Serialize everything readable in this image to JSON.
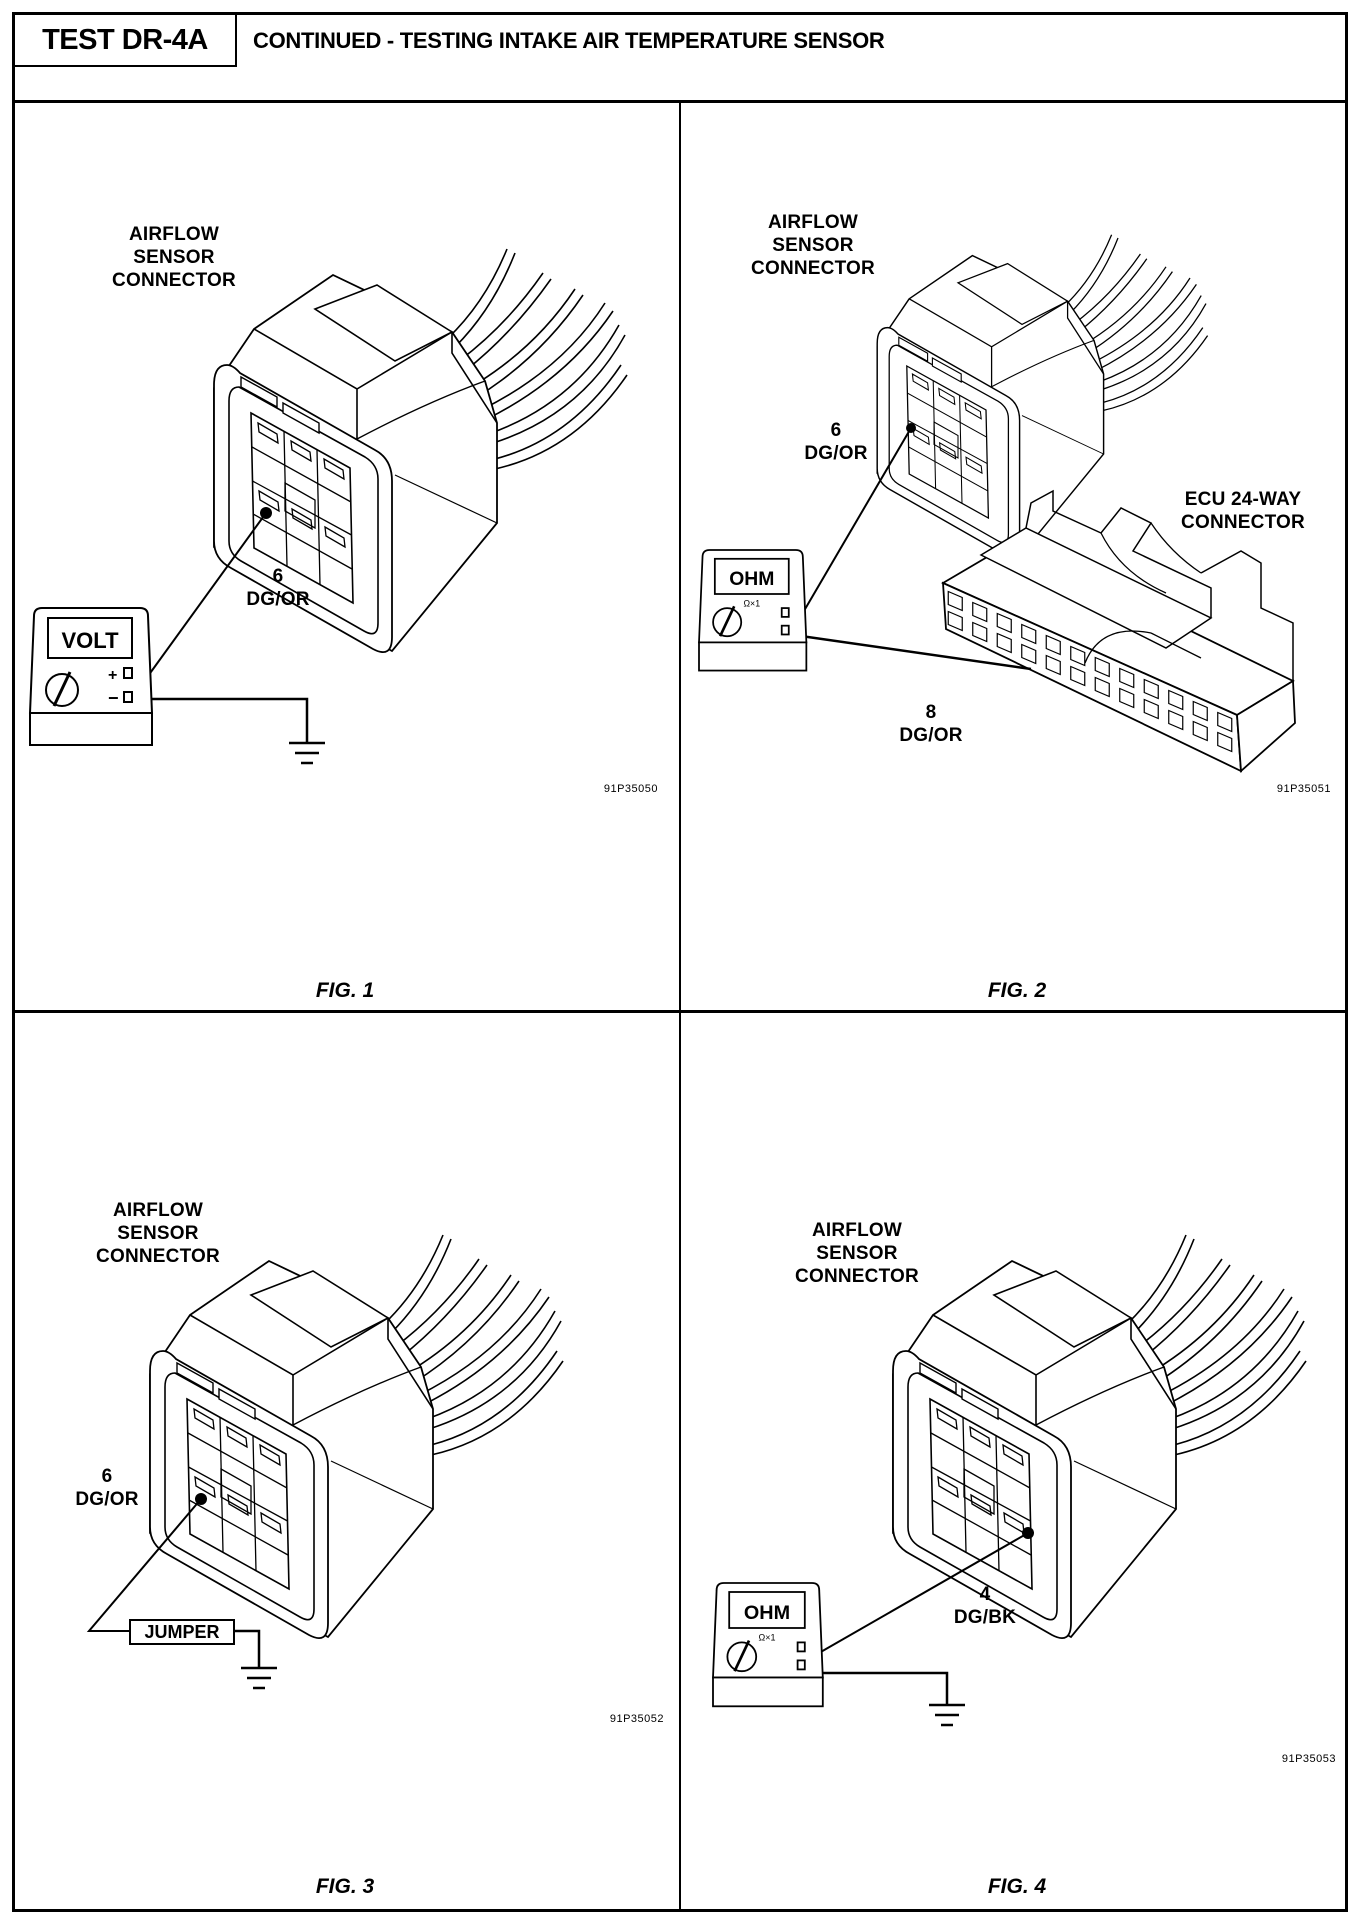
{
  "header": {
    "test_id": "TEST DR-4A",
    "title": "CONTINUED - TESTING INTAKE AIR TEMPERATURE SENSOR"
  },
  "figures": [
    {
      "caption": "FIG. 1",
      "code": "91P35050",
      "connector_label": [
        "AIRFLOW",
        "SENSOR",
        "CONNECTOR"
      ],
      "pin_label": [
        "6",
        "DG/OR"
      ],
      "meter": {
        "display": "VOLT",
        "plus": "+",
        "minus": "−"
      }
    },
    {
      "caption": "FIG. 2",
      "code": "91P35051",
      "connector_label": [
        "AIRFLOW",
        "SENSOR",
        "CONNECTOR"
      ],
      "pin_label": [
        "6",
        "DG/OR"
      ],
      "ecu_label": [
        "ECU 24-WAY",
        "CONNECTOR"
      ],
      "ecu_pin_label": [
        "8",
        "DG/OR"
      ],
      "meter": {
        "display": "OHM",
        "range": "Ω×1"
      }
    },
    {
      "caption": "FIG. 3",
      "code": "91P35052",
      "connector_label": [
        "AIRFLOW",
        "SENSOR",
        "CONNECTOR"
      ],
      "pin_label": [
        "6",
        "DG/OR"
      ],
      "jumper_label": "JUMPER"
    },
    {
      "caption": "FIG. 4",
      "code": "91P35053",
      "connector_label": [
        "AIRFLOW",
        "SENSOR",
        "CONNECTOR"
      ],
      "pin_label": [
        "4",
        "DG/BK"
      ],
      "meter": {
        "display": "OHM",
        "range": "Ω×1"
      }
    }
  ]
}
